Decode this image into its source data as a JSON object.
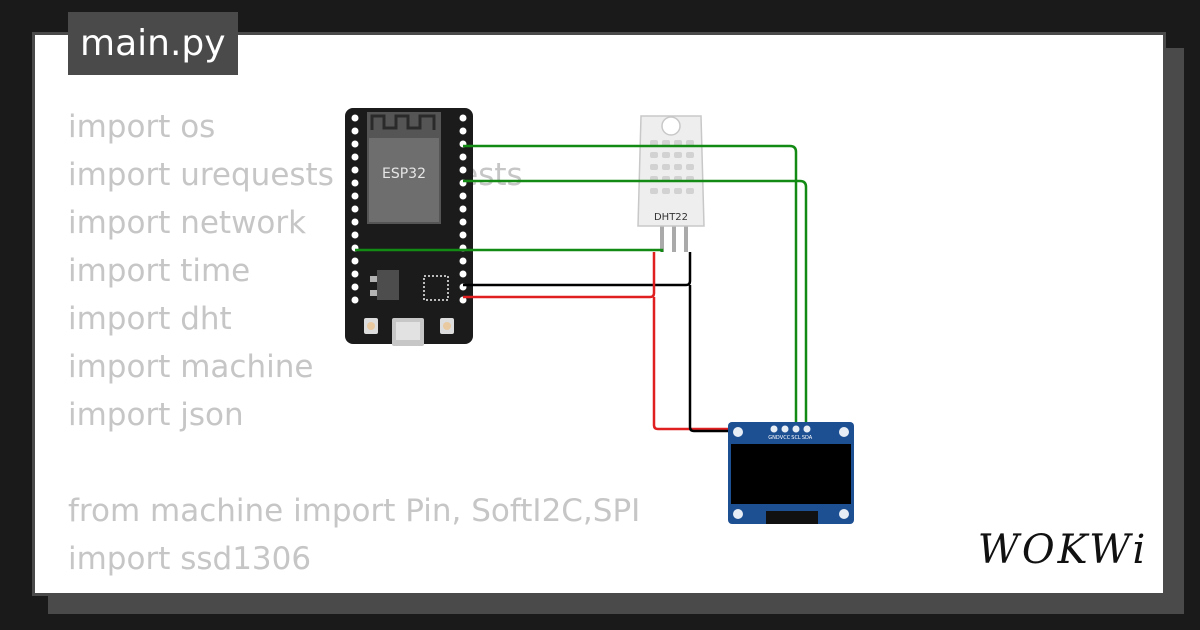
{
  "editor": {
    "file_name": "main.py",
    "code_lines": [
      "import os",
      "import urequests as requests",
      "import network",
      "import time",
      "import dht",
      "import machine",
      "import json",
      "",
      "from machine import Pin, SoftI2C,SPI",
      "import ssd1306"
    ]
  },
  "diagram": {
    "esp32_label": "ESP32",
    "sensor_label": "DHT22",
    "oled_pins": [
      "GND",
      "VCC",
      "SCL",
      "SDA"
    ]
  },
  "brand": {
    "logo_text": "WOKWi"
  },
  "colors": {
    "wire_green": "#138a13",
    "wire_red": "#e02020",
    "wire_black": "#000000",
    "board": "#1b1b1b",
    "oled_pcb": "#1d4f93"
  }
}
